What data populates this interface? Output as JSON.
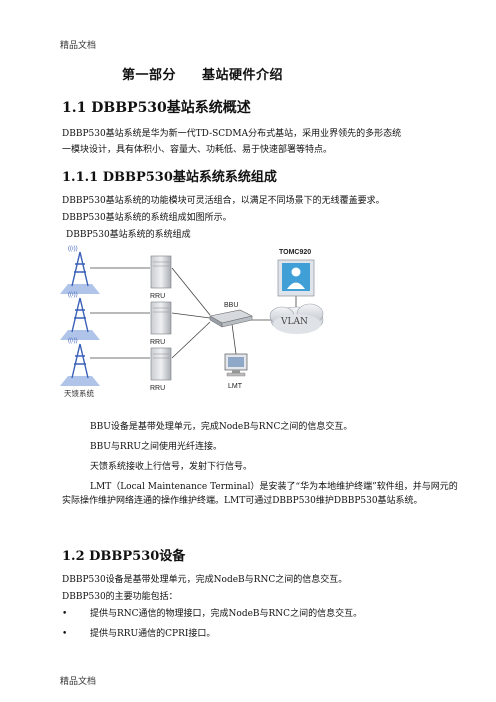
{
  "header_footer": {
    "header": "精品文档",
    "footer": "精品文档"
  },
  "headings": {
    "part_left": "第一部分",
    "part_right": "基站硬件介绍",
    "h1": "1.1   DBBP530基站系统概述",
    "h1_1": "1.1.1   DBBP530基站系统系统组成",
    "h2": "1.2 DBBP530设备"
  },
  "paragraphs": {
    "overview_1": "DBBP530基站系统是华为新一代TD-SCDMA分布式基站，采用业界领先的多形态统",
    "overview_2": "一模块设计，具有体积小、容量大、功耗低、易于快速部署等特点。",
    "comp_1": "DBBP530基站系统的功能模块可灵活组合，以满足不同场景下的无线覆盖要求。",
    "comp_2": "DBBP530基站系统的系统组成如图所示。",
    "fig_caption": "DBBP530基站系统的系统组成",
    "desc_bbu": "BBU设备是基带处理单元，完成NodeB与RNC之间的信息交互。",
    "desc_rru": "BBU与RRU之间使用光纤连接。",
    "desc_ant": "天馈系统接收上行信号，发射下行信号。",
    "desc_lmt_1": "LMT（Local Maintenance Terminal）是安装了“华为本地维护终端”软件组，并与网元的",
    "desc_lmt_2": "实际操作维护网络连通的操作维护终端。LMT可通过DBBP530维护DBBP530基站系统。",
    "dev_1": "DBBP530设备是基带处理单元，完成NodeB与RNC之间的信息交互。",
    "dev_2": "DBBP530的主要功能包括：",
    "bullet_1": "提供与RNC通信的物理接口，完成NodeB与RNC之间的信息交互。",
    "bullet_2": "提供与RRU通信的CPRI接口。"
  },
  "diagram": {
    "rru_labels": [
      "RRU",
      "RRU",
      "RRU"
    ],
    "bbu_label": "BBU",
    "lmt_label": "LMT",
    "omc_label": "TOMC920",
    "vlan_label": "VLAN",
    "antenna_label": "天馈系统",
    "antenna_glyphs": [
      "((ı))",
      "((ı))",
      "((ı))"
    ]
  },
  "colors": {
    "text": "#111111",
    "antenna_blue": "#3a5fb8",
    "antenna_base": "#6f93d8",
    "cloud": "#d9dde3"
  }
}
